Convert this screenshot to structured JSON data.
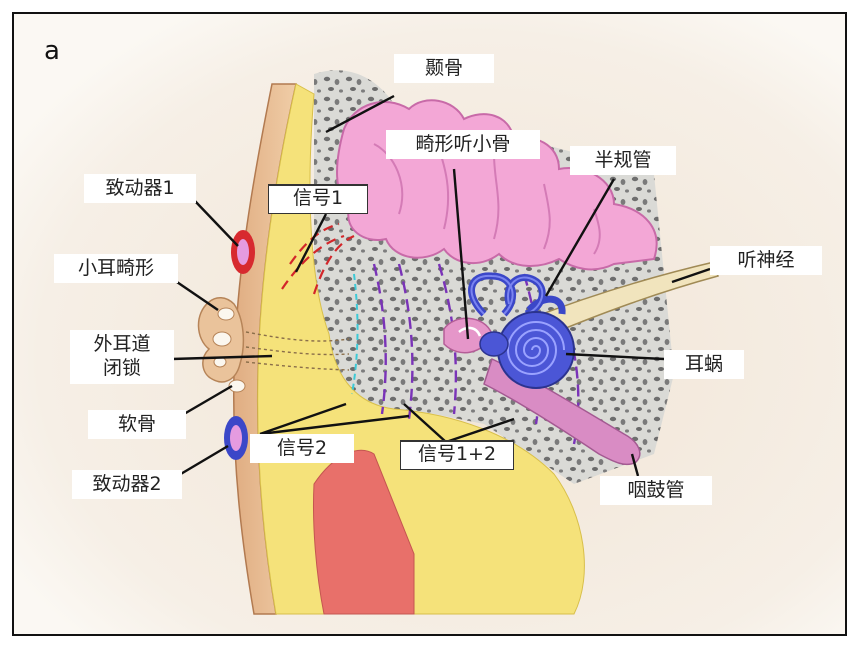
{
  "panel_letter": "a",
  "labels": {
    "temporal_bone": "颞骨",
    "ossicle_malformation": "畸形听小骨",
    "semicircular_canals": "半规管",
    "actuator1": "致动器1",
    "signal1": "信号1",
    "microtia": "小耳畸形",
    "auditory_nerve": "听神经",
    "ear_canal_atresia_line1": "外耳道",
    "ear_canal_atresia_line2": "闭锁",
    "cochlea": "耳蜗",
    "cartilage": "软骨",
    "signal2": "信号2",
    "signal1_2": "信号1+2",
    "actuator2": "致动器2",
    "eustachian_tube": "咽鼓管"
  },
  "colors": {
    "background_tissue": "#f2e8dc",
    "skin": "#e9c29a",
    "fat_yellow": "#f5e27a",
    "bone_gray": "#d9d9d4",
    "brain_pink": "#f3a7d6",
    "cochlea_blue": "#4b56d6",
    "muscle_red": "#e8706a",
    "signal_red": "#d3262a",
    "signal_purple": "#7a33b8",
    "signal_cyan": "#3cc9d6",
    "actuator_red": "#d72a2f",
    "actuator_blue": "#3b47c8"
  }
}
